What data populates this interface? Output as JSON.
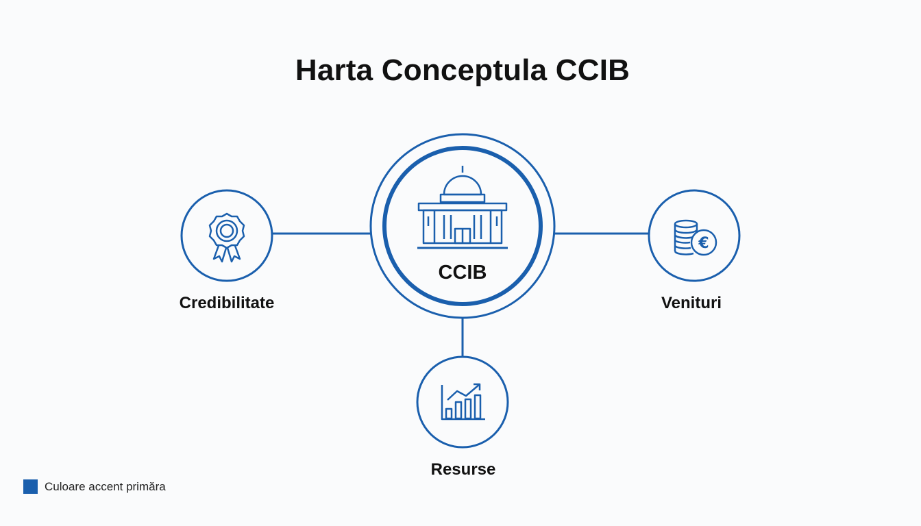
{
  "title": "Harta Conceptula CCIB",
  "colors": {
    "accent": "#1a5fad",
    "background": "#fafbfc",
    "text": "#111111"
  },
  "diagram": {
    "center": {
      "label": "CCIB",
      "icon": "government-building-icon"
    },
    "nodes": [
      {
        "id": "credibilitate",
        "label": "Credibilitate",
        "icon": "award-badge-icon"
      },
      {
        "id": "venituri",
        "label": "Venituri",
        "icon": "coins-euro-icon"
      },
      {
        "id": "resurse",
        "label": "Resurse",
        "icon": "bar-chart-growth-icon"
      }
    ],
    "edges": [
      {
        "from": "credibilitate",
        "to": "center"
      },
      {
        "from": "center",
        "to": "venituri"
      },
      {
        "from": "center",
        "to": "resurse"
      }
    ]
  },
  "legend": {
    "label": "Culoare accent primăra",
    "color": "#1a5fad"
  }
}
